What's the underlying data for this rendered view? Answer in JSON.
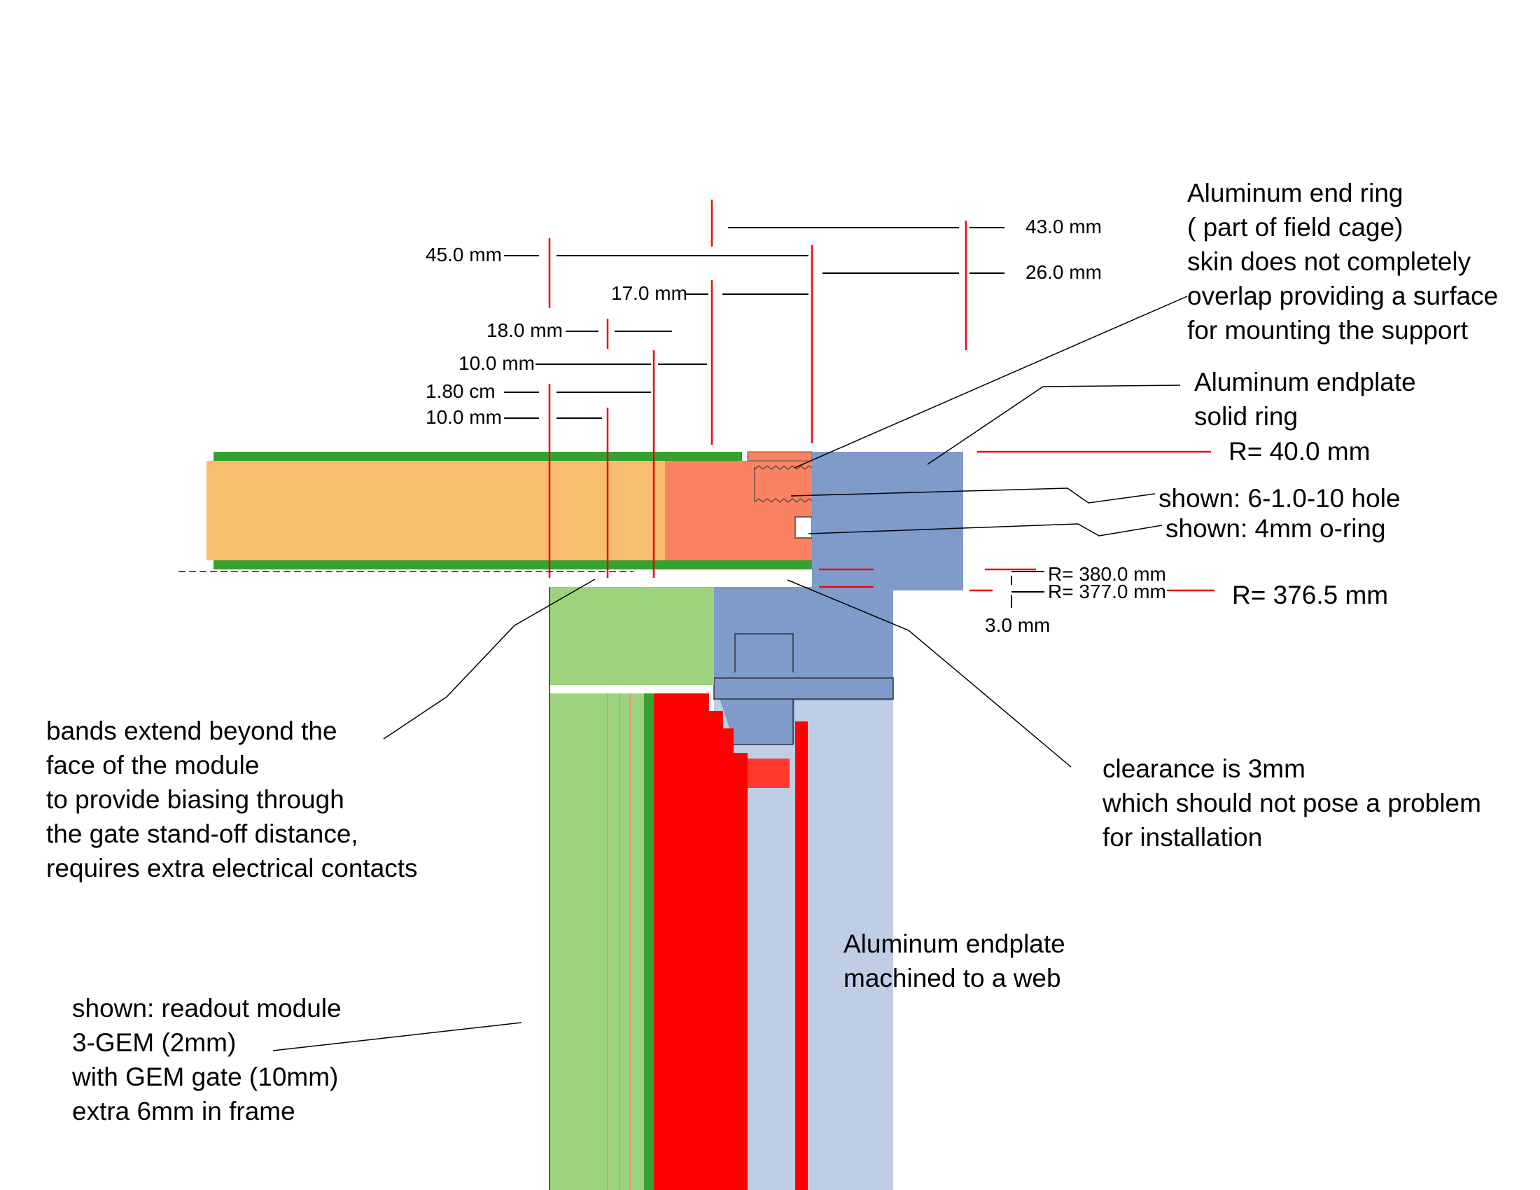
{
  "colors": {
    "skin_green": "#35a12e",
    "honeycomb": "#f8bd6f",
    "ring_salmon": "#fa8260",
    "endplate_blue": "#7e9bc9",
    "web_light": "#c0cee5",
    "module_green": "#9bd47d",
    "gem_red": "#ff0000",
    "dim_red": "#e8090d"
  },
  "dimensions": {
    "d45": "45.0 mm",
    "d43": "43.0 mm",
    "d26": "26.0 mm",
    "d17": "17.0 mm",
    "d18": "18.0 mm",
    "d10a": "10.0 mm",
    "d180": "1.80 cm",
    "d10b": "10.0 mm",
    "r380": "R= 380.0 mm",
    "r377": "R= 377.0 mm",
    "d3": "3.0 mm"
  },
  "radii": {
    "r40": "R= 40.0 mm",
    "r3765": "R= 376.5 mm"
  },
  "notes": {
    "end_ring": [
      "Aluminum end ring",
      "( part of field cage)",
      "skin does not completely",
      "overlap providing a surface",
      "for mounting the support"
    ],
    "solid_ring": [
      "Aluminum endplate",
      "solid ring"
    ],
    "hole": "shown: 6-1.0-10 hole",
    "oring": "shown: 4mm o-ring",
    "bands": [
      "bands extend beyond the",
      "face of the module",
      "to provide biasing  through",
      "the gate stand-off distance,",
      "requires extra electrical contacts"
    ],
    "clearance": [
      "clearance is 3mm",
      "which should not pose a problem",
      "for installation"
    ],
    "web": [
      "Aluminum endplate",
      "machined to a web"
    ],
    "module": [
      "shown: readout module",
      "3-GEM (2mm)",
      "with GEM gate (10mm)",
      "extra 6mm in frame"
    ]
  }
}
